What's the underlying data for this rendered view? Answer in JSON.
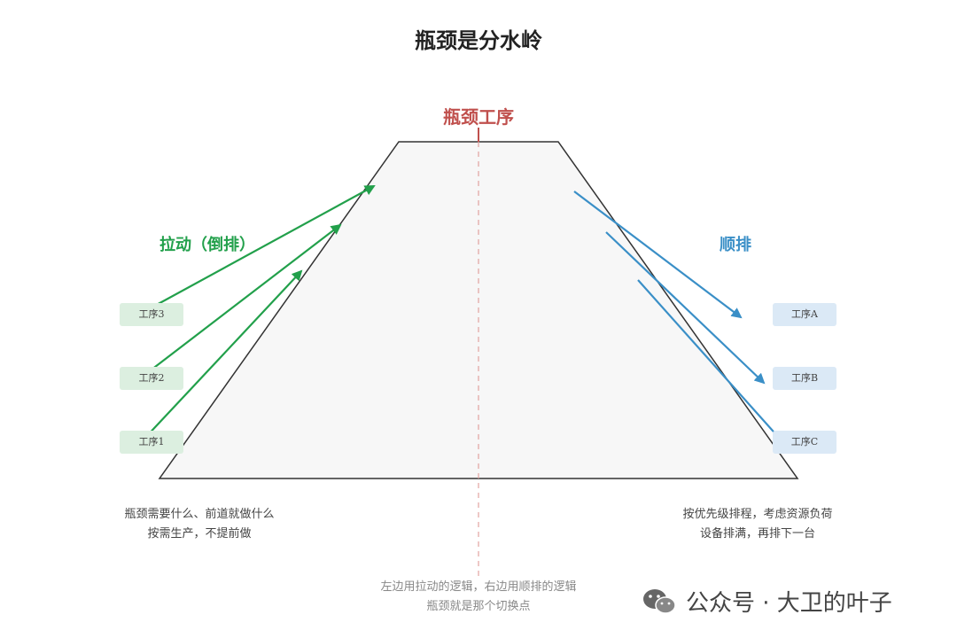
{
  "title": "瓶颈是分水岭",
  "neck_label": "瓶颈工序",
  "pull_label": "拉动（倒排）",
  "push_label": "顺排",
  "left_boxes": [
    "工序3",
    "工序2",
    "工序1"
  ],
  "right_boxes": [
    "工序A",
    "工序B",
    "工序C"
  ],
  "left_note": [
    "瓶颈需要什么、前道就做什么",
    "按需生产，不提前做"
  ],
  "right_note": [
    "按优先级排程，考虑资源负荷",
    "设备排满，再排下一台"
  ],
  "center_note": [
    "左边用拉动的逻辑，右边用顺排的逻辑",
    "瓶颈就是那个切换点"
  ],
  "watermark": "公众号 · 大卫的叶子",
  "colors": {
    "pull": "#22a04b",
    "push": "#3a8fc7",
    "neck": "#c0504d",
    "funnel_fill": "#f7f7f7"
  }
}
